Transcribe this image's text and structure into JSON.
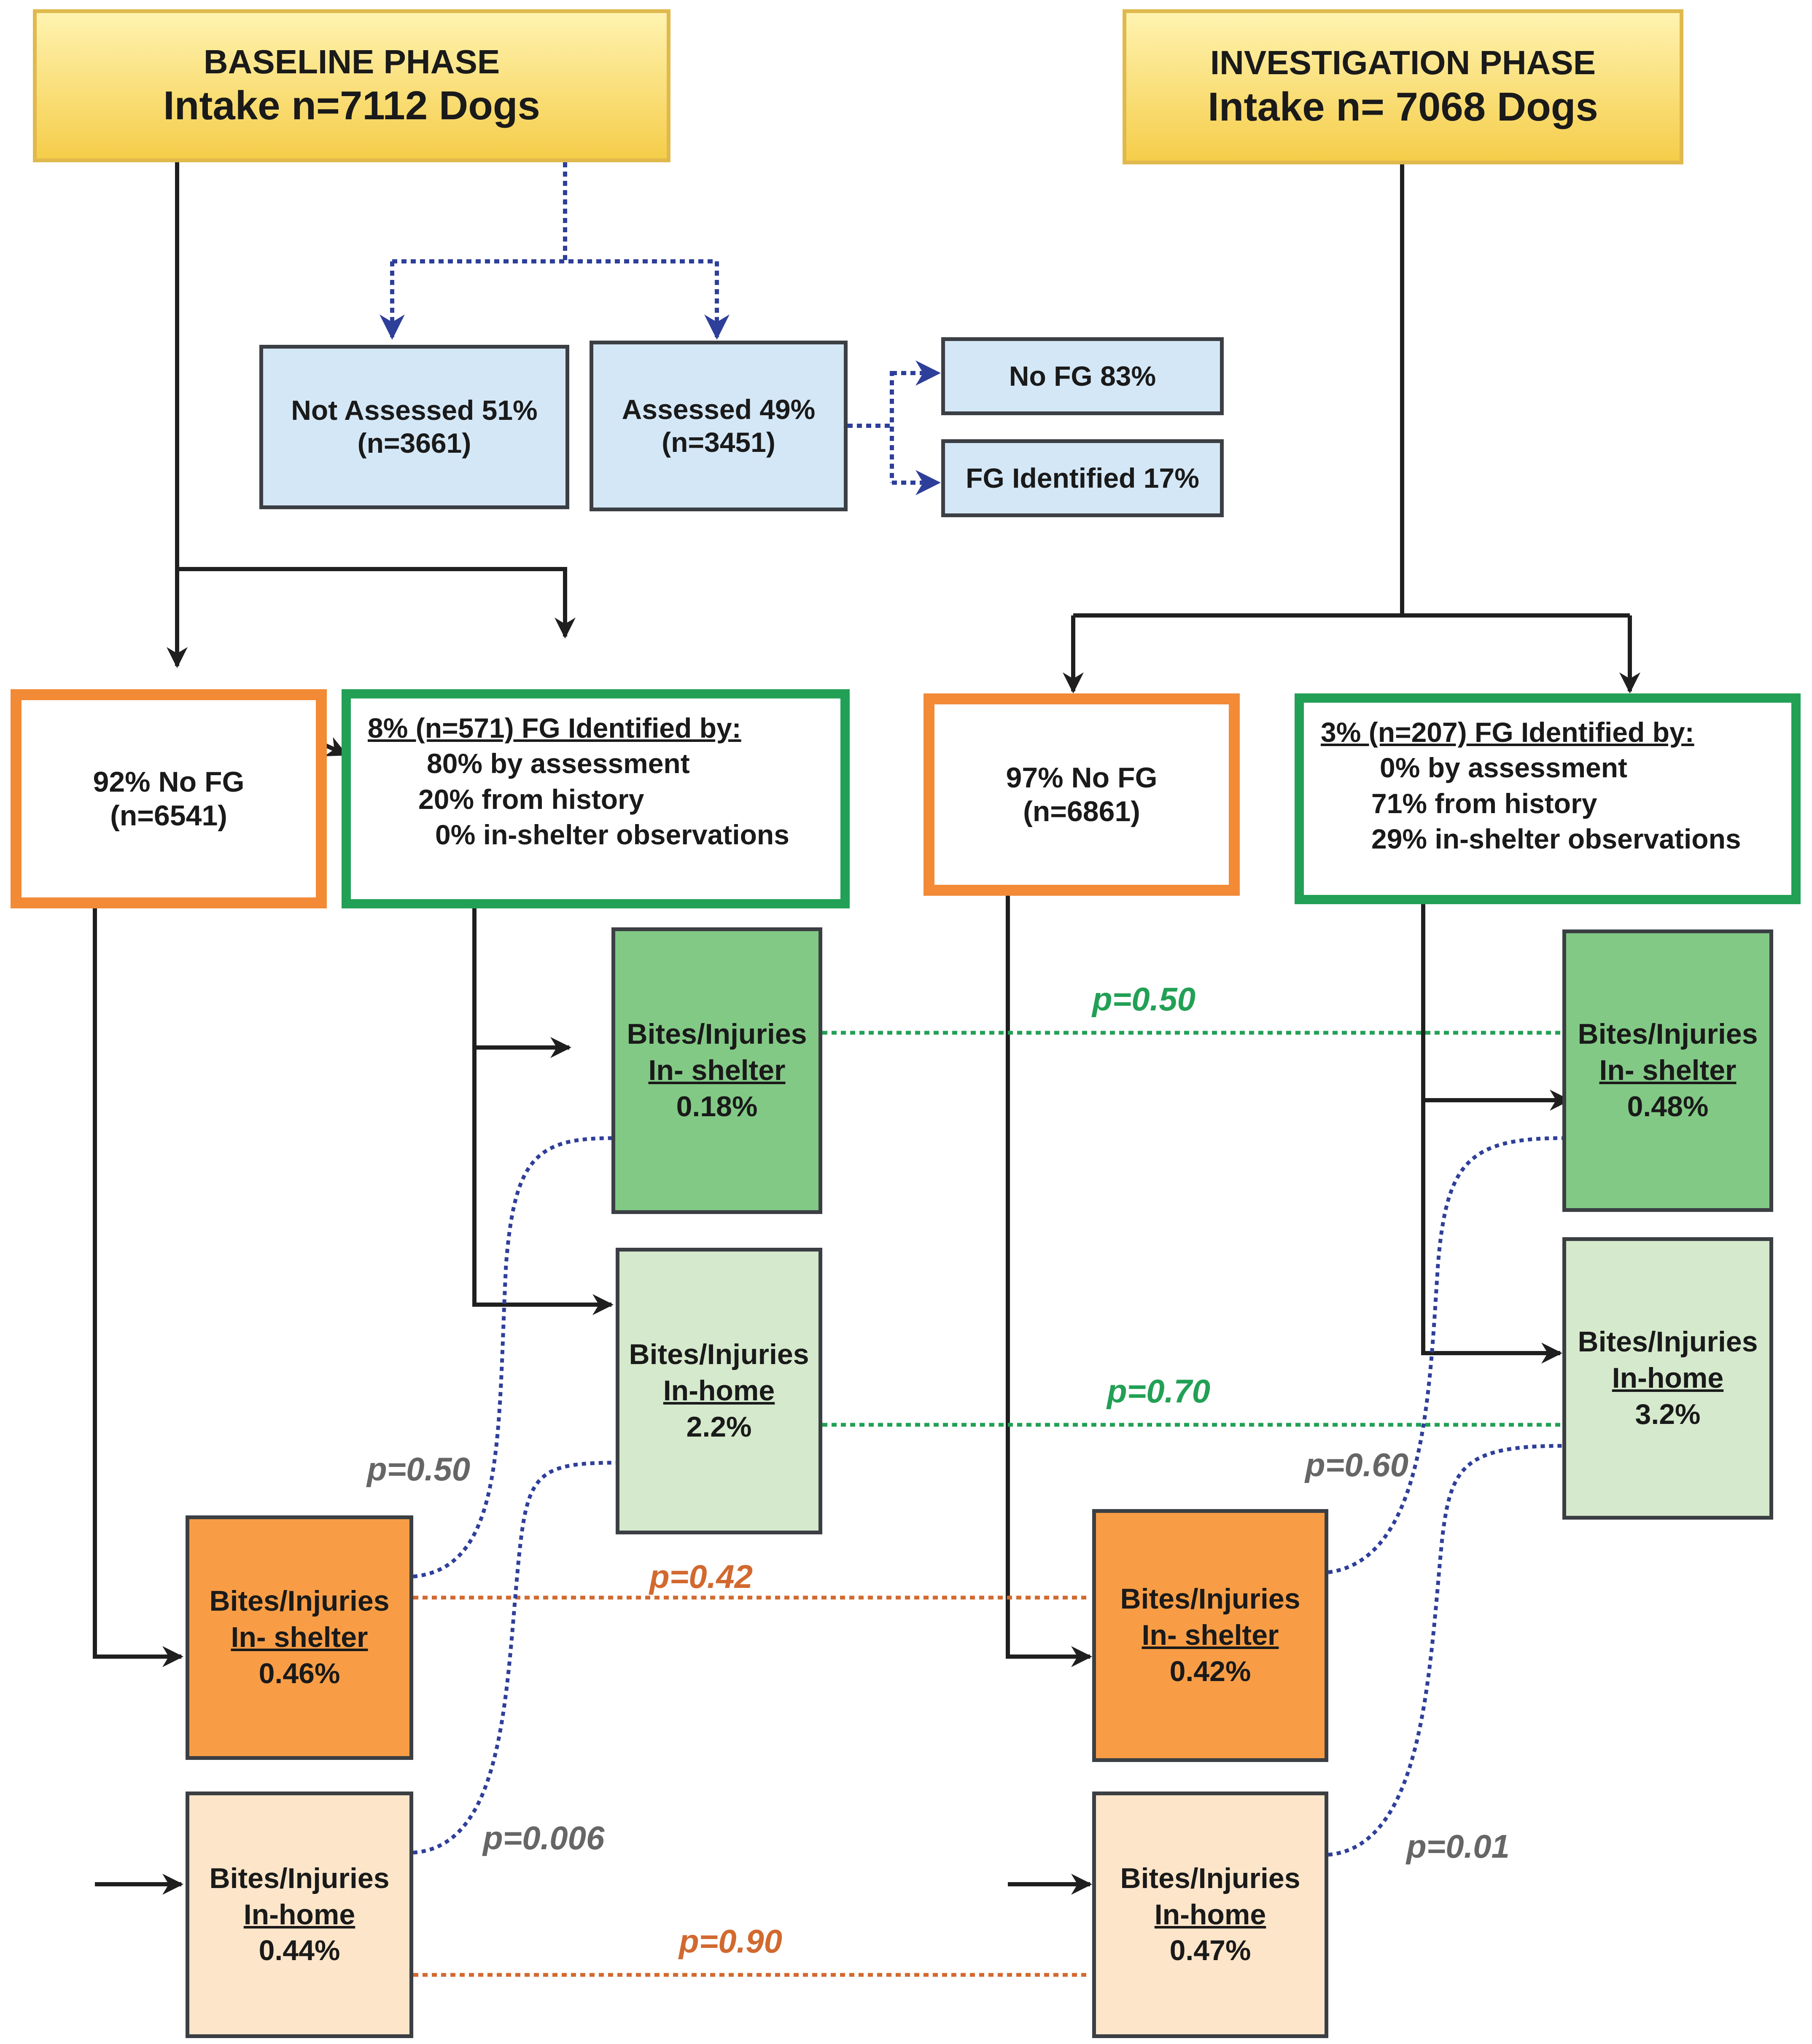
{
  "baseline": {
    "title": "BASELINE PHASE",
    "intake": "Intake n=7112 Dogs"
  },
  "investigation": {
    "title": "INVESTIGATION PHASE",
    "intake": "Intake n= 7068 Dogs"
  },
  "assessment": {
    "not_assessed": {
      "line1": "Not Assessed 51%",
      "line2": "(n=3661)"
    },
    "assessed": {
      "line1": "Assessed 49%",
      "line2": "(n=3451)"
    },
    "no_fg": "No FG 83%",
    "fg_identified": "FG Identified 17%"
  },
  "baseline_groups": {
    "no_fg": {
      "line1": "92% No FG",
      "line2": "(n=6541)"
    },
    "fg": {
      "header": "8% (n=571) FG Identified by:",
      "by_assessment": "80% by assessment",
      "from_history": "20% from history",
      "in_shelter": "0% in-shelter observations"
    }
  },
  "investigation_groups": {
    "no_fg": {
      "line1": "97% No FG",
      "line2": "(n=6861)"
    },
    "fg": {
      "header": "3% (n=207) FG Identified by:",
      "by_assessment": "0% by assessment",
      "from_history": "71% from history",
      "in_shelter": "29% in-shelter observations"
    }
  },
  "outcomes": {
    "label": "Bites/Injuries",
    "in_shelter": "In- shelter",
    "in_home": "In-home",
    "baseline_fg_shelter": "0.18%",
    "baseline_fg_home": "2.2%",
    "baseline_nofg_shelter": "0.46%",
    "baseline_nofg_home": "0.44%",
    "invest_fg_shelter": "0.48%",
    "invest_fg_home": "3.2%",
    "invest_nofg_shelter": "0.42%",
    "invest_nofg_home": "0.47%"
  },
  "p_values": {
    "fg_shelter": "p=0.50",
    "fg_home": "p=0.70",
    "nofg_shelter": "p=0.42",
    "nofg_home": "p=0.90",
    "baseline_shelter": "p=0.50",
    "baseline_home": "p=0.006",
    "invest_shelter": "p=0.60",
    "invest_home": "p=0.01"
  },
  "colors": {
    "fg_green": "#22a055",
    "no_fg_orange": "#f28a36",
    "blue_dotted": "#2e3f9a",
    "orange_dotted": "#d2692f"
  }
}
